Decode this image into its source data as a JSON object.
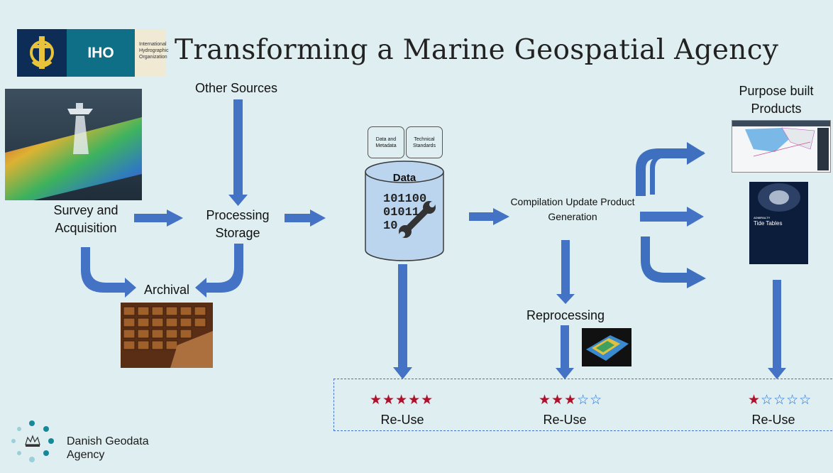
{
  "title": "Transforming a Marine Geospatial Agency",
  "logo": {
    "acronym": "IHO",
    "organization": "International Hydrographic Organization"
  },
  "nodes": {
    "survey": "Survey and Acquisition",
    "other_sources": "Other Sources",
    "processing": "Processing Storage",
    "archival": "Archival",
    "data": "Data",
    "data_binary": [
      "101100",
      "01011",
      "10"
    ],
    "compilation": "Compilation Update Product Generation",
    "reprocessing": "Reprocessing",
    "purpose_built": "Purpose built Products"
  },
  "standards": [
    {
      "label": "Data and Metadata",
      "color": "#f4a460"
    },
    {
      "label": "Technical Standards",
      "color": "#6ee86e"
    }
  ],
  "reuse": [
    {
      "label": "Re-Use",
      "stars_filled": 5,
      "stars_total": 5
    },
    {
      "label": "Re-Use",
      "stars_filled": 3,
      "stars_total": 5
    },
    {
      "label": "Re-Use",
      "stars_filled": 1,
      "stars_total": 5
    }
  ],
  "tide_tables": {
    "brand": "ADMIRALTY",
    "title": "Tide Tables"
  },
  "footer_logo": {
    "name": "Danish Geodata Agency"
  },
  "colors": {
    "arrow": "#4472c4",
    "arrow_dark": "#2f5597",
    "background": "#dfeef1",
    "star": "#b0102a"
  }
}
